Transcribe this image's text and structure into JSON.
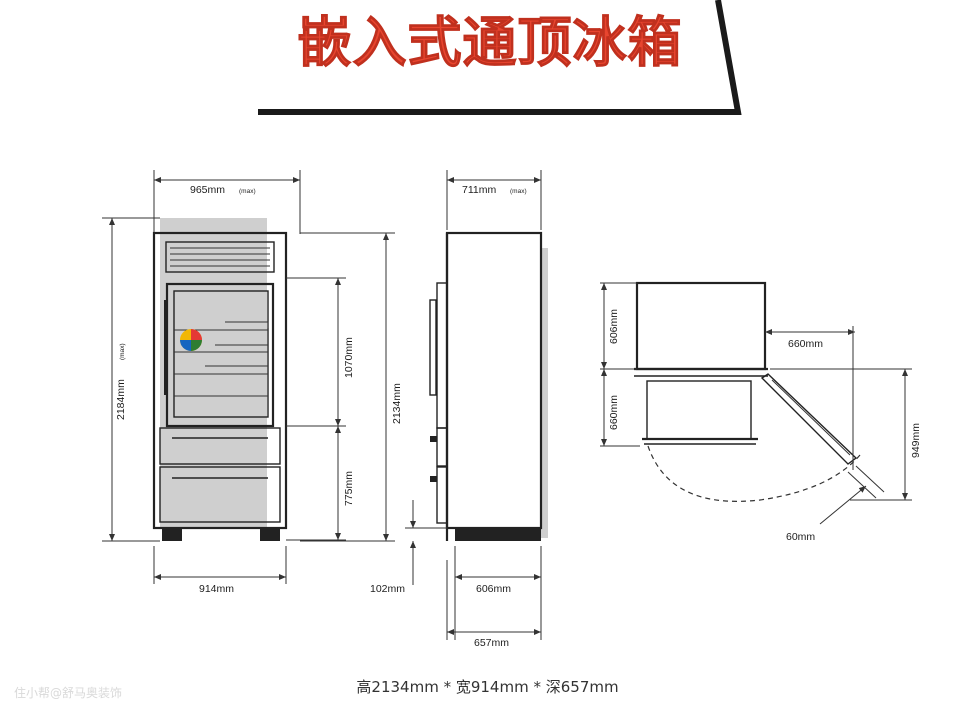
{
  "title": "嵌入式通顶冰箱",
  "caption": "高2134mm * 宽914mm * 深657mm",
  "watermark": "住小帮@舒马奥装饰",
  "front": {
    "width_max": "965mm",
    "max_note": "(max)",
    "height_max": "2184mm",
    "upper_section": "1070mm",
    "lower_section": "775mm",
    "total_height": "2134mm",
    "width": "914mm"
  },
  "side": {
    "depth_max": "711mm",
    "max_note": "(max)",
    "toe_kick": "102mm",
    "body_depth": "606mm",
    "total_depth": "657mm"
  },
  "top": {
    "cabinet_depth": "606mm",
    "drawer_extension": "660mm",
    "door_clearance": "660mm",
    "swing_depth": "949mm",
    "hinge_offset": "60mm"
  },
  "colors": {
    "title": "#e8452f",
    "banner_stroke": "#1a1a1a",
    "wall_shade": "#cfcfcf"
  }
}
